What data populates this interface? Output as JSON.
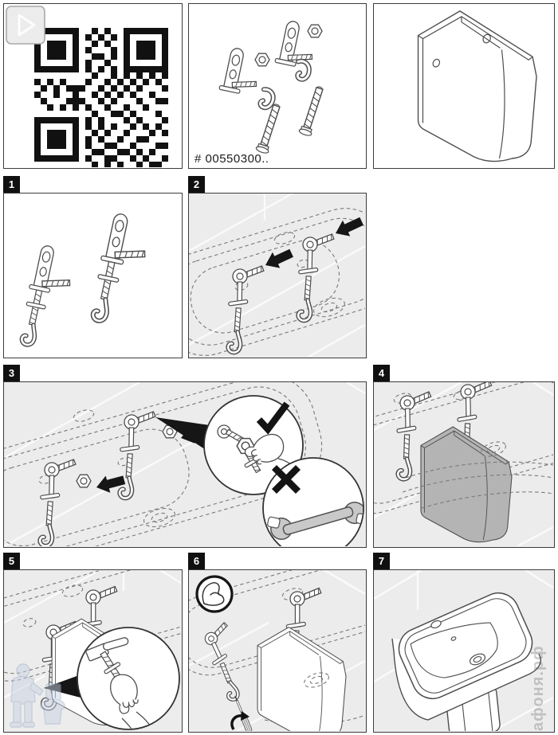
{
  "sheet": {
    "part_number": "# 00550300..",
    "steps": [
      {
        "number": "1"
      },
      {
        "number": "2"
      },
      {
        "number": "3"
      },
      {
        "number": "4"
      },
      {
        "number": "5"
      },
      {
        "number": "6"
      },
      {
        "number": "7"
      }
    ],
    "panels": {
      "qr": {
        "name": "qr-video-link",
        "overlay_icon": "play"
      },
      "parts": {
        "name": "included-hardware-kit"
      },
      "cover": {
        "name": "semi-pedestal-product"
      }
    },
    "step3_callouts": {
      "do_icon": "check-mark",
      "do_method": "tighten-by-hand",
      "dont_icon": "cross",
      "dont_tool_icon": "wrench"
    },
    "step6_icon": "muscle-arm",
    "watermarks": {
      "site_text": "афоня.рф",
      "logo": "plumber-with-toilet"
    },
    "colors": {
      "page_bg": "#ffffff",
      "panel_border": "#3c3c3c",
      "badge_bg": "#101010",
      "badge_text": "#ffffff",
      "panel_gray": "#ececec",
      "line": "#4d4d4d",
      "pedestal_gray": "#b4b4b4",
      "wrench_gray": "#c9c9c9",
      "watermark_blue": "#c9d4e4"
    }
  }
}
